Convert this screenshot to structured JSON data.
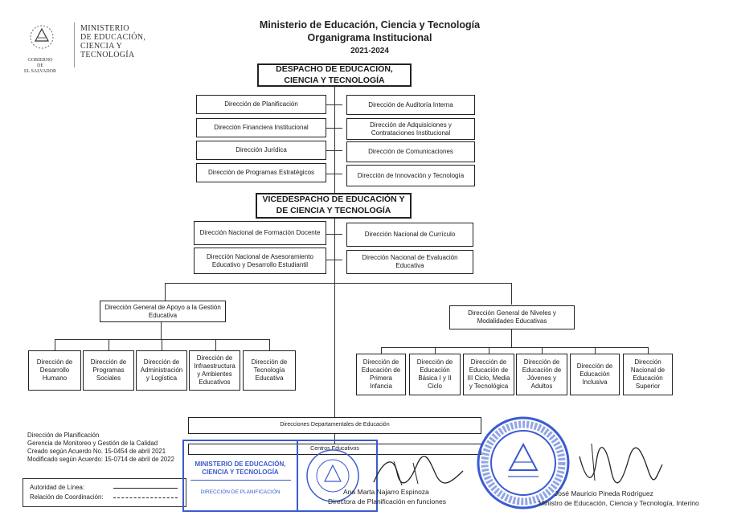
{
  "header": {
    "logo_lines": [
      "MINISTERIO",
      "DE EDUCACIÓN,",
      "CIENCIA Y",
      "TECNOLOGÍA"
    ],
    "gobierno_lines": [
      "GOBIERNO DE",
      "EL SALVADOR"
    ],
    "title_1": "Ministerio de Educación, Ciencia y Tecnología",
    "title_2": "Organigrama Institucional",
    "title_3": "2021-2024"
  },
  "despacho": {
    "title": "DESPACHO DE EDUCACIÓN, CIENCIA Y TECNOLOGÍA",
    "left": [
      "Dirección de Planificación",
      "Dirección Financiera Institucional",
      "Dirección Jurídica",
      "Dirección de Programas Estratégicos"
    ],
    "right": [
      "Dirección de Auditoría Interna",
      "Dirección de Adquisiciones y Contrataciones Institucional",
      "Dirección de Comunicaciones",
      "Dirección de Innovación y Tecnología"
    ]
  },
  "vicedespacho": {
    "title": "VICEDESPACHO DE EDUCACIÓN Y DE CIENCIA Y TECNOLOGÍA",
    "left": [
      "Dirección Nacional de Formación Docente",
      "Dirección Nacional de Asesoramiento Educativo y Desarrollo Estudiantil"
    ],
    "right": [
      "Dirección Nacional de Currículo",
      "Dirección Nacional de Evaluación Educativa"
    ]
  },
  "apoyo": {
    "title": "Dirección General de Apoyo a la Gestión Educativa",
    "children": [
      "Dirección de Desarrollo Humano",
      "Dirección de Programas Sociales",
      "Dirección de Administración y Logística",
      "Dirección de Infraestructura y Ambientes Educativos",
      "Dirección de Tecnología Educativa"
    ]
  },
  "niveles": {
    "title": "Dirección General de Niveles y Modalidades Educativas",
    "children": [
      "Dirección de Educación de Primera Infancia",
      "Dirección de Educación Básica I y II Ciclo",
      "Dirección de Educación de III Ciclo, Media y Tecnológica",
      "Dirección de Educación de Jóvenes y Adultos",
      "Dirección de Educación Inclusiva",
      "Dirección Nacional de Educación Superior"
    ]
  },
  "departamentales": "Direcciones Departamentales de Educación",
  "centros": "Centros Educativos",
  "footer": {
    "lines": [
      "Dirección de Planificación",
      "Gerencia de Monitoreo y Gestión de la Calidad",
      "Creado según Acuerdo No. 15-0454 de abril 2021",
      "Modificado según Acuerdo: 15-0714 de abril de 2022"
    ],
    "autoridad_label": "Autoridad de Línea:",
    "relacion_label": "Relación de Coordinación:"
  },
  "stamp": {
    "line_1": "MINISTERIO DE EDUCACIÓN,",
    "line_2": "CIENCIA Y TECNOLOGÍA",
    "line_3": "DIRECCIÓN DE PLANIFICACIÓN"
  },
  "signatures": {
    "left_name": "Ana Marta Najarro Espinoza",
    "left_role": "Directora de Planificación en funciones",
    "right_name": "José Mauricio Pineda Rodríguez",
    "right_role": "Ministro de Educación, Ciencia y Tecnología, Interino"
  },
  "colors": {
    "stamp_blue": "#3a5bd0",
    "line": "#333333"
  }
}
